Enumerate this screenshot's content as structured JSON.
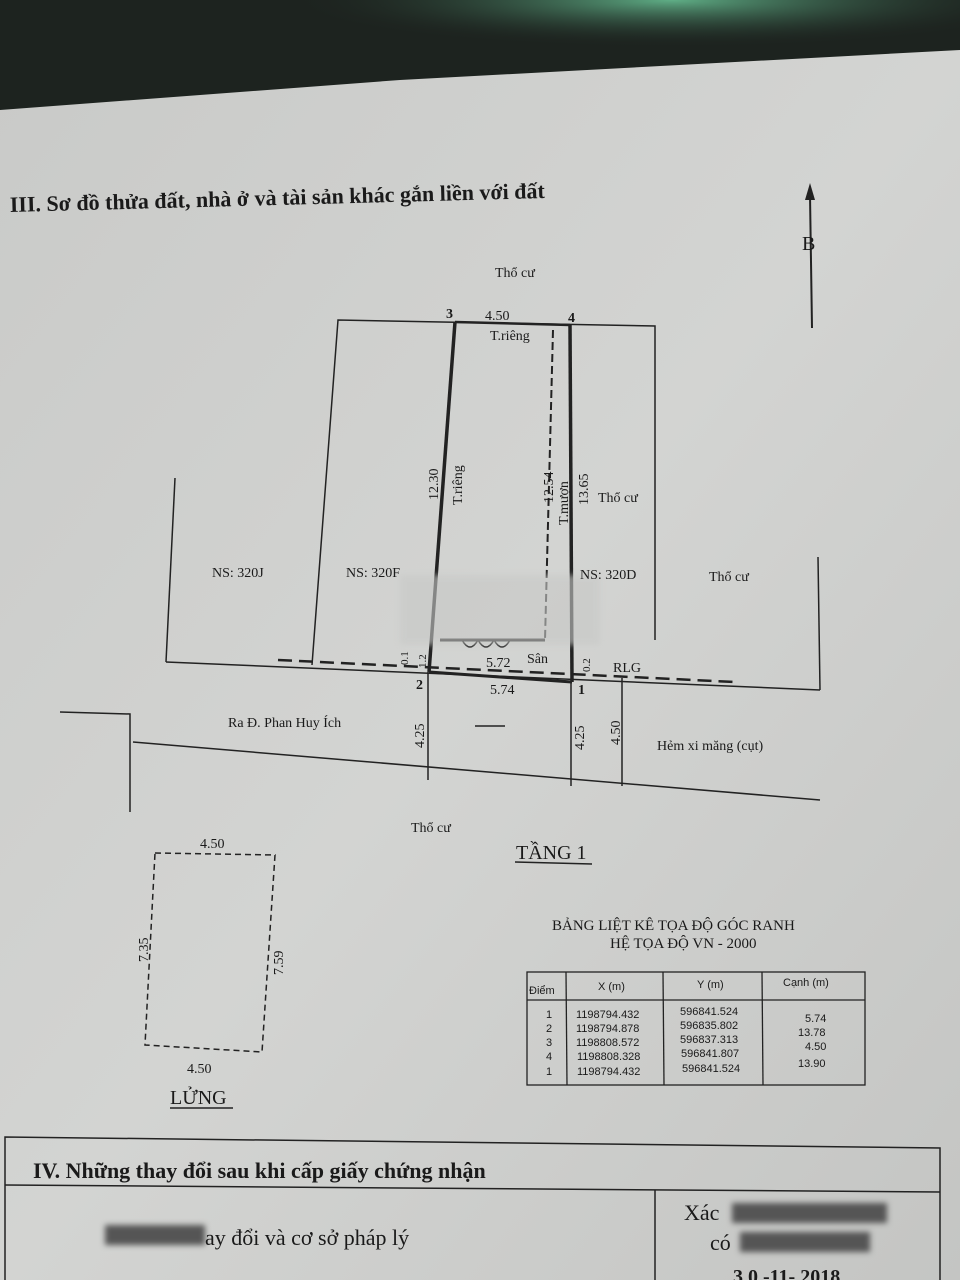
{
  "section3": {
    "title": "III. Sơ đồ thửa đất, nhà ở và tài sản khác gắn liền với đất"
  },
  "north_label": "B",
  "plan": {
    "tho_cu_top": "Thổ cư",
    "point_3": "3",
    "point_4": "4",
    "point_2": "2",
    "point_1": "1",
    "top_width": "4.50",
    "t_rieng_top": "T.riêng",
    "left_len": "12.30",
    "left_wall": "T.riêng",
    "right_len": "12.54",
    "right_wall": "T.mượn",
    "right_outer": "13.65",
    "tho_cu_right": "Thổ cư",
    "ns_320j": "NS: 320J",
    "ns_320f": "NS: 320F",
    "ns_320d": "NS: 320D",
    "tho_cu_far_right": "Thổ cư",
    "left_small": "0.1",
    "left_small2": "1.2",
    "right_small": "0.2",
    "san": "Sân",
    "inner_width": "5.72",
    "front_width": "5.74",
    "rlg": "RLG",
    "street": "Ra Đ. Phan Huy Ích",
    "alley": "Hẻm xi măng (cụt)",
    "road_left": "4.25",
    "road_right": "4.25",
    "road_alley": "4.50",
    "tho_cu_bottom": "Thổ cư",
    "floor1": "TẦNG 1"
  },
  "mezzanine": {
    "top": "4.50",
    "left": "7.35",
    "right": "7.59",
    "bottom": "4.50",
    "label": "LỬNG"
  },
  "coord_table": {
    "title1": "BẢNG LIỆT KÊ TỌA ĐỘ GÓC RANH",
    "title2": "HỆ TỌA ĐỘ VN - 2000",
    "headers": [
      "Điểm",
      "X (m)",
      "Y (m)",
      "Cạnh (m)"
    ],
    "rows": [
      {
        "point": "1",
        "x": "1198794.432",
        "y": "596841.524"
      },
      {
        "point": "2",
        "x": "1198794.878",
        "y": "596835.802"
      },
      {
        "point": "3",
        "x": "1198808.572",
        "y": "596837.313"
      },
      {
        "point": "4",
        "x": "1198808.328",
        "y": "596841.807"
      },
      {
        "point": "1",
        "x": "1198794.432",
        "y": "596841.524"
      }
    ],
    "edges": [
      "5.74",
      "13.78",
      "4.50",
      "13.90"
    ]
  },
  "section4": {
    "title": "IV. Những thay đổi sau khi cấp giấy chứng nhận",
    "col1_visible": "ay đổi và cơ sở pháp lý",
    "col2_line1": "Xác",
    "col2_line2": "có",
    "date": "3 0 -11- 2018"
  }
}
